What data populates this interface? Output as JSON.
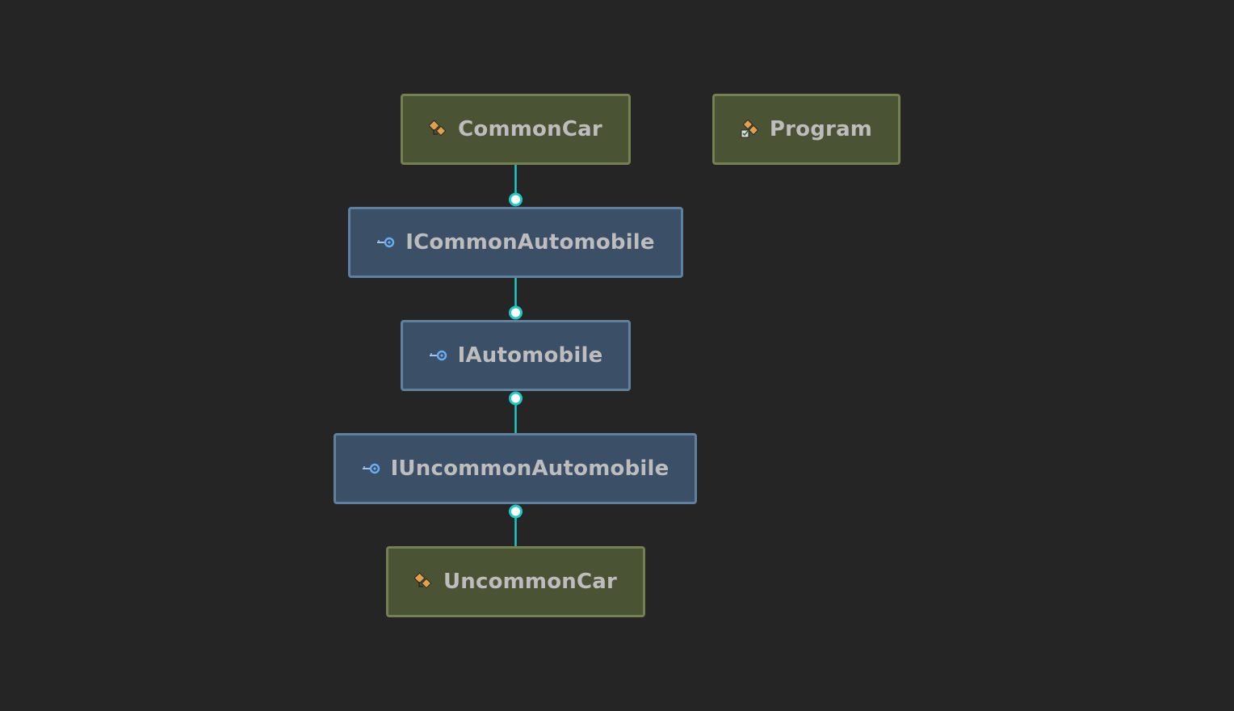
{
  "diagram": {
    "nodes": [
      {
        "id": "commoncar",
        "label": "CommonCar",
        "kind": "class",
        "icon": "class-icon"
      },
      {
        "id": "program",
        "label": "Program",
        "kind": "class",
        "icon": "program-class-icon"
      },
      {
        "id": "icommonautomobile",
        "label": "ICommonAutomobile",
        "kind": "interface",
        "icon": "interface-icon"
      },
      {
        "id": "iautomobile",
        "label": "IAutomobile",
        "kind": "interface",
        "icon": "interface-icon"
      },
      {
        "id": "iuncommonautomobile",
        "label": "IUncommonAutomobile",
        "kind": "interface",
        "icon": "interface-icon"
      },
      {
        "id": "uncommoncar",
        "label": "UncommonCar",
        "kind": "class",
        "icon": "class-icon"
      }
    ],
    "edges": [
      {
        "from": "commoncar",
        "to": "icommonautomobile",
        "relation": "implements"
      },
      {
        "from": "icommonautomobile",
        "to": "iautomobile",
        "relation": "inherits"
      },
      {
        "from": "iuncommonautomobile",
        "to": "iautomobile",
        "relation": "inherits"
      },
      {
        "from": "uncommoncar",
        "to": "iuncommonautomobile",
        "relation": "implements"
      }
    ],
    "colors": {
      "background": "#252525",
      "class_fill": "#4a5334",
      "class_border": "#73804f",
      "interface_fill": "#3b4f67",
      "interface_border": "#60809f",
      "edge": "#1fc8c8",
      "text": "#bdbdbd"
    }
  }
}
